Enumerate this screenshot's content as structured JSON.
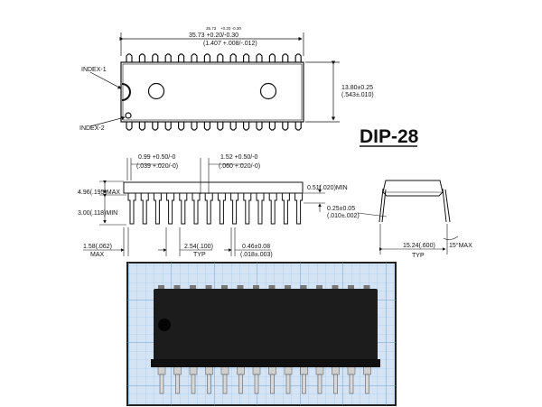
{
  "title": "DIP-28",
  "top_view": {
    "length": "35.73 +0.20/-0.30",
    "length_main": "35.73",
    "length_tol": "+0.20 -0.30",
    "length_in": "(1.407 +.008/-.012)",
    "width": "13.80±0.25",
    "width_in": "(.543±.010)",
    "index1": "INDEX-1",
    "index2": "INDEX-2"
  },
  "side_view": {
    "d1": "0.99 +0.50/-0",
    "d1_in": "(.039 +.020/-0)",
    "d2": "1.52 +0.50/-0",
    "d2_in": "(.060 +.020/-0)",
    "height_max": "4.96(.195)MAX",
    "lead_min": "3.00(.118)MIN",
    "standoff": "0.51(.020)MIN",
    "lead_thk": "0.25±0.05",
    "lead_thk_in": "(.010±.002)",
    "end_lead": "1.58(.062)",
    "end_lead_note": "MAX",
    "pitch": "2.54(.100)",
    "pitch_note": "TYP",
    "lead_w": "0.46±0.08",
    "lead_w_in": "(.018±.003)"
  },
  "end_view": {
    "row_spacing": "15.24(.600)",
    "row_note": "TYP",
    "angle": "15°MAX"
  },
  "colors": {
    "line": "#111111",
    "grid_bg": "#cfe0f2",
    "grid_line": "#8fb6de",
    "chip": "#1a1a1a",
    "pin": "#c8c8c8"
  },
  "pin_count": 28
}
